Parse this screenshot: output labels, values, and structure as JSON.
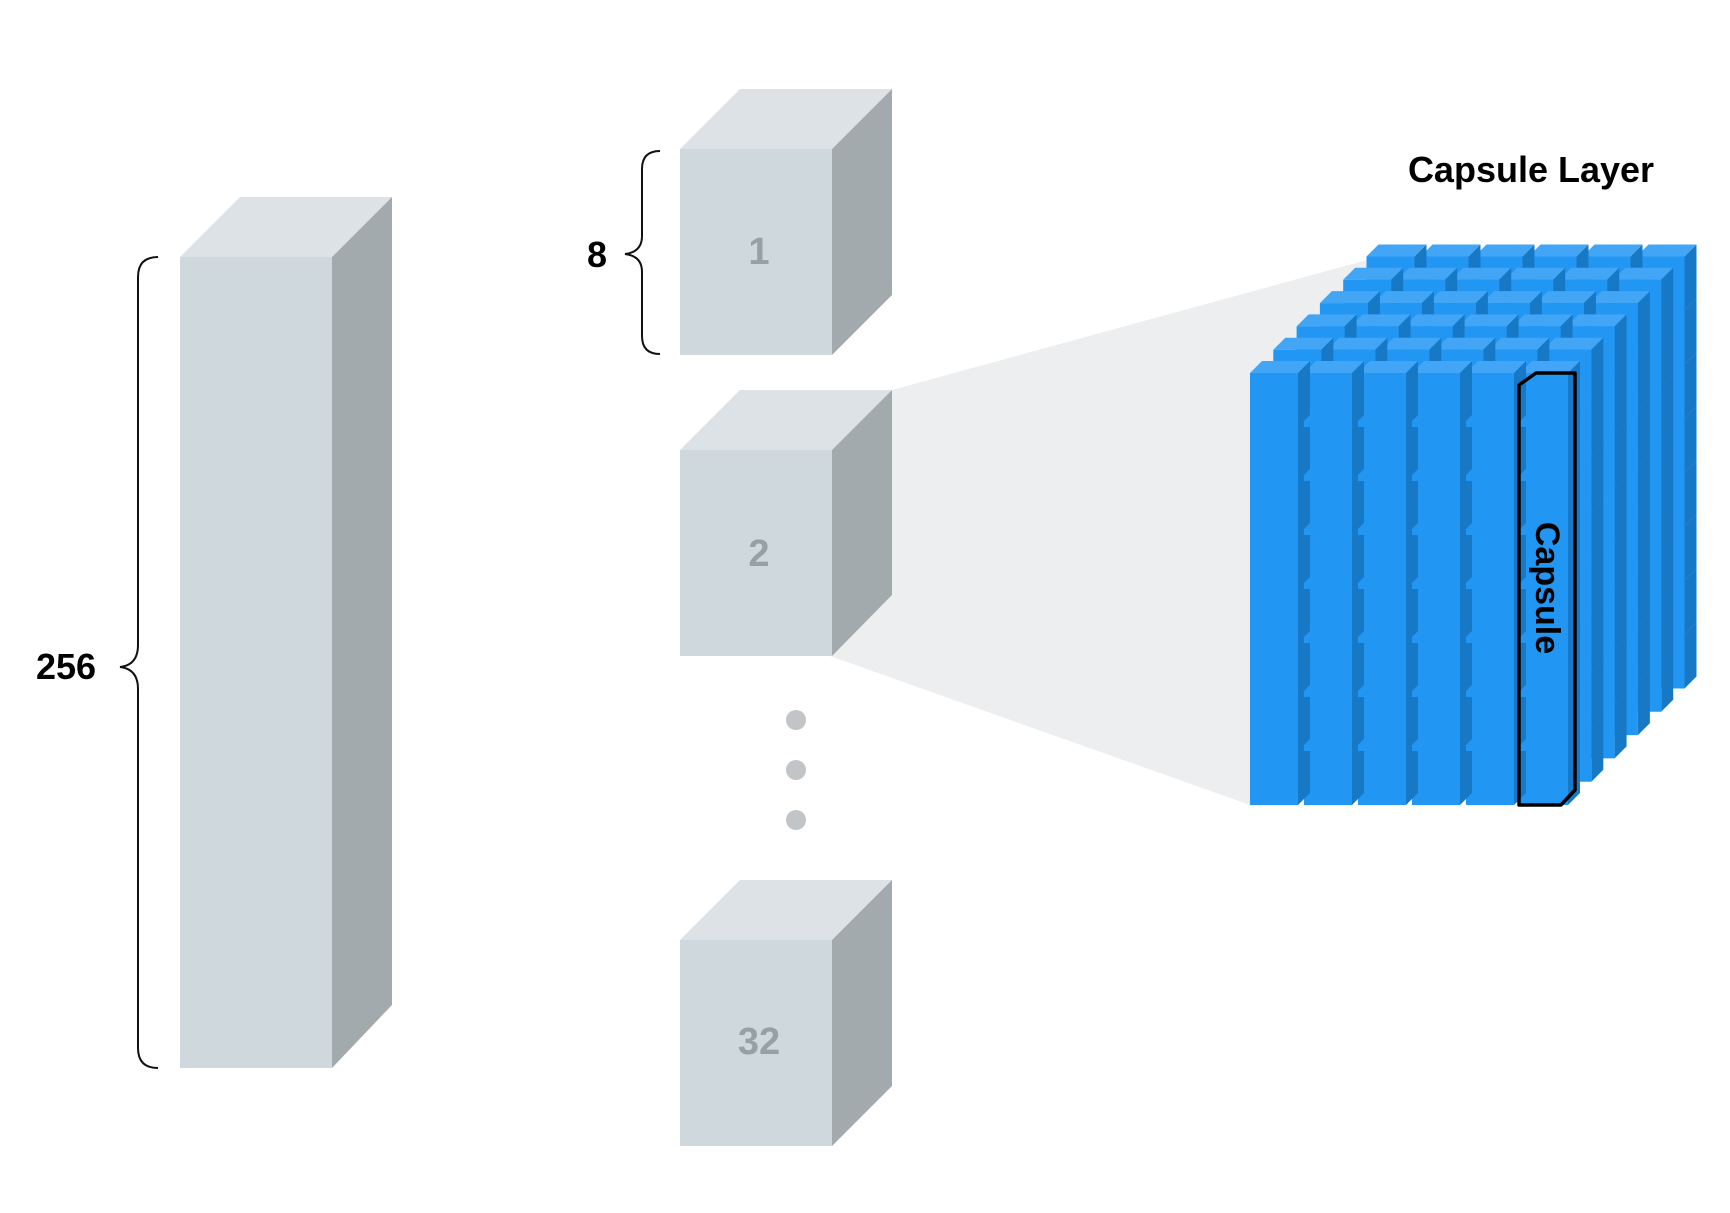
{
  "labels": {
    "dim_256": "256",
    "dim_8": "8",
    "capsule_layer_title": "Capsule Layer",
    "capsule_label": "Capsule"
  },
  "blocks": [
    {
      "label": "1"
    },
    {
      "label": "2"
    },
    {
      "label": "32"
    }
  ],
  "grid": {
    "columns": 6,
    "rows": 8,
    "depth": 6,
    "highlighted_column": 6
  },
  "colors": {
    "background": "#ffffff",
    "block_front": "#cfd8dc",
    "block_top": "#dce2e6",
    "block_side": "#a3aaad",
    "block_label": "#97a0a5",
    "projection": "#edeeef",
    "cube_front": "#2196f3",
    "cube_top": "#42a5f5",
    "cube_side": "#1778c6",
    "outline": "#000000",
    "ellipsis_dot": "#c2c5c7"
  }
}
